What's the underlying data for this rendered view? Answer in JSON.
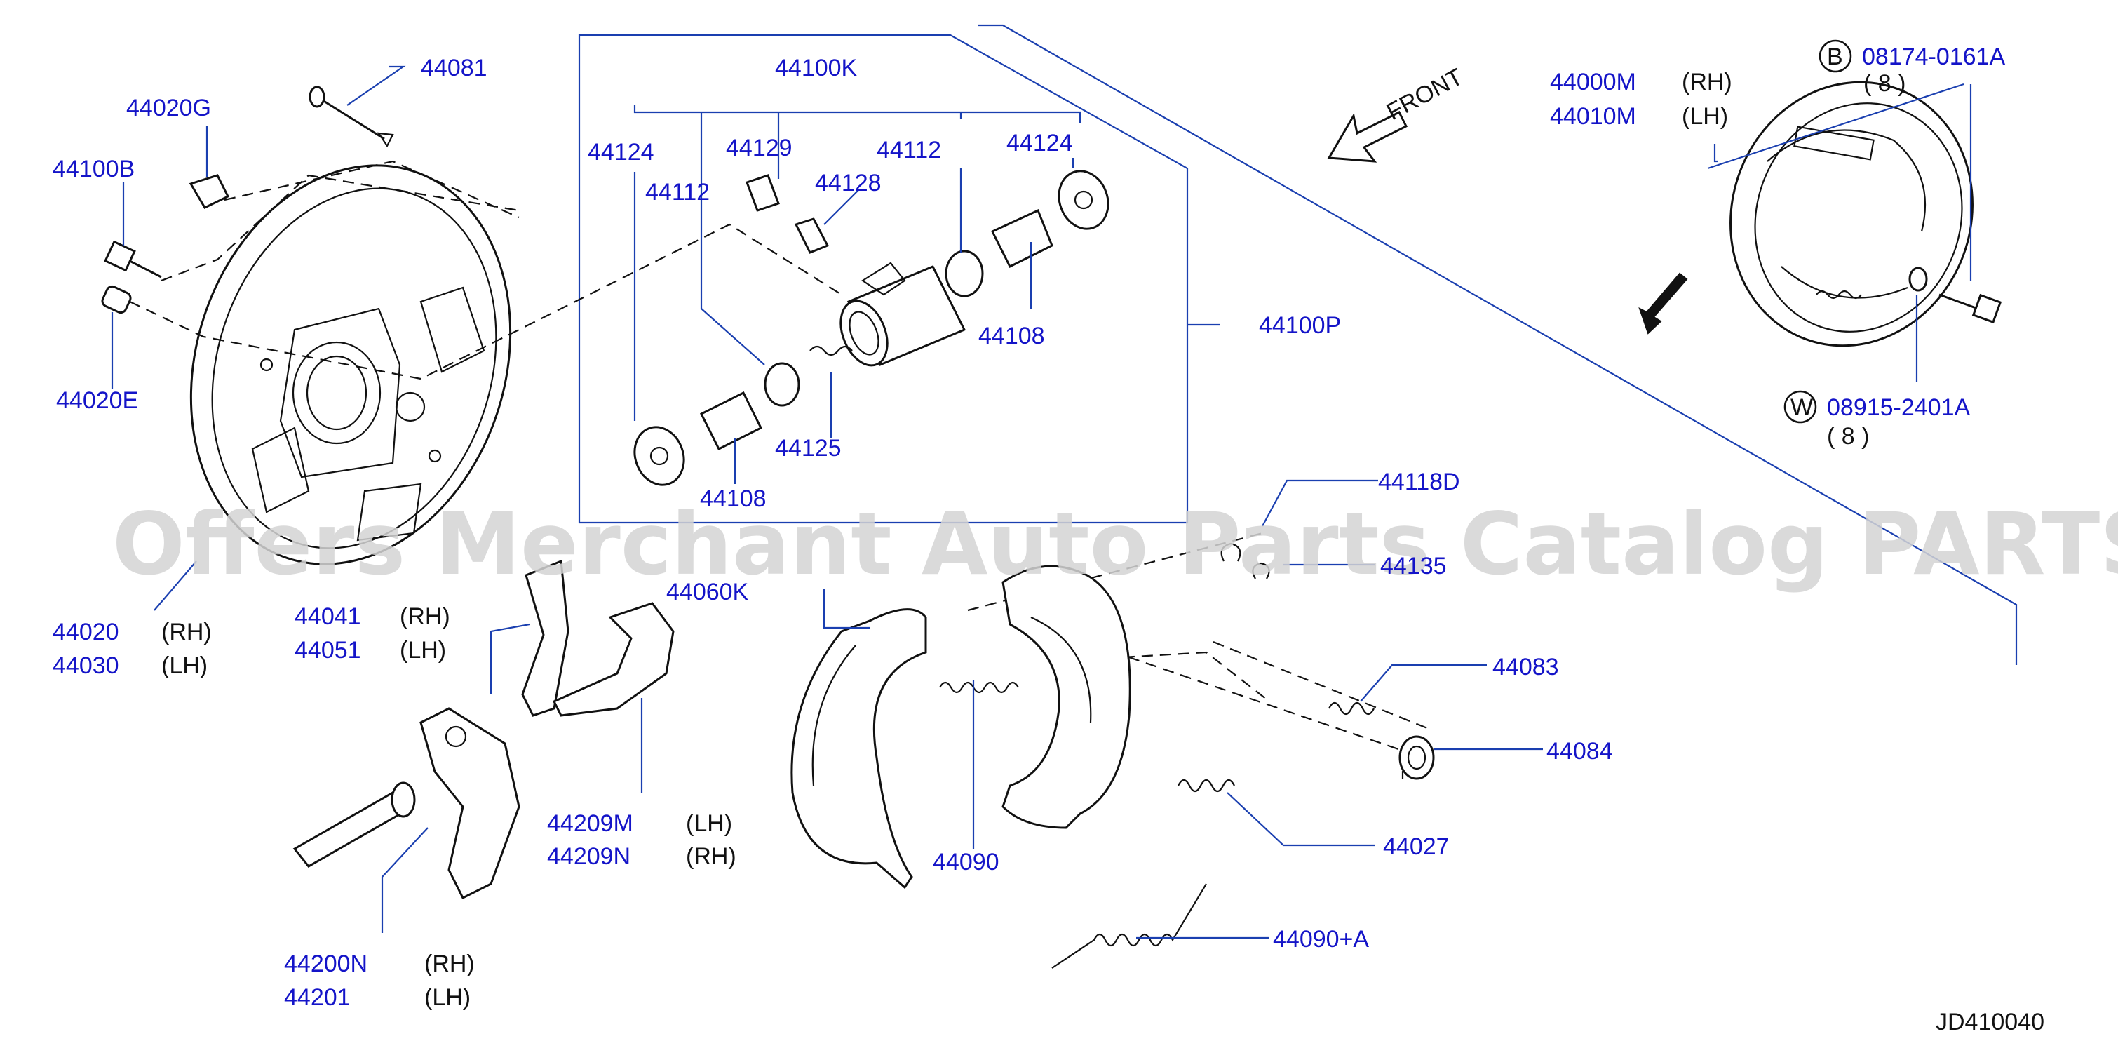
{
  "watermark": "Offers Merchant Auto Parts Catalog PARTSTORE.SA",
  "diagram_code": "JD410040",
  "front_label": "FRONT",
  "bolt_ref": {
    "circle": "B",
    "number": "08174-0161A",
    "qty": "( 8 )"
  },
  "washer_ref": {
    "circle": "W",
    "number": "08915-2401A",
    "qty": "( 8 )"
  },
  "parts": {
    "p44081": "44081",
    "p44020G": "44020G",
    "p44100B": "44100B",
    "p44020E": "44020E",
    "p44020": "44020",
    "p44030": "44030",
    "p44041": "44041",
    "p44051": "44051",
    "p44209M": "44209M",
    "p44209N": "44209N",
    "p44200N": "44200N",
    "p44201": "44201",
    "p44100K": "44100K",
    "p44124a": "44124",
    "p44129": "44129",
    "p44112a": "44112",
    "p44124b": "44124",
    "p44112b": "44112",
    "p44128": "44128",
    "p44108a": "44108",
    "p44100P": "44100P",
    "p44125": "44125",
    "p44108b": "44108",
    "p44000M": "44000M",
    "p44010M": "44010M",
    "p44118D": "44118D",
    "p44135": "44135",
    "p44060K": "44060K",
    "p44083": "44083",
    "p44084": "44084",
    "p44090": "44090",
    "p44027": "44027",
    "p44090A": "44090+A"
  },
  "sides": {
    "rh": "(RH)",
    "lh": "(LH)"
  }
}
